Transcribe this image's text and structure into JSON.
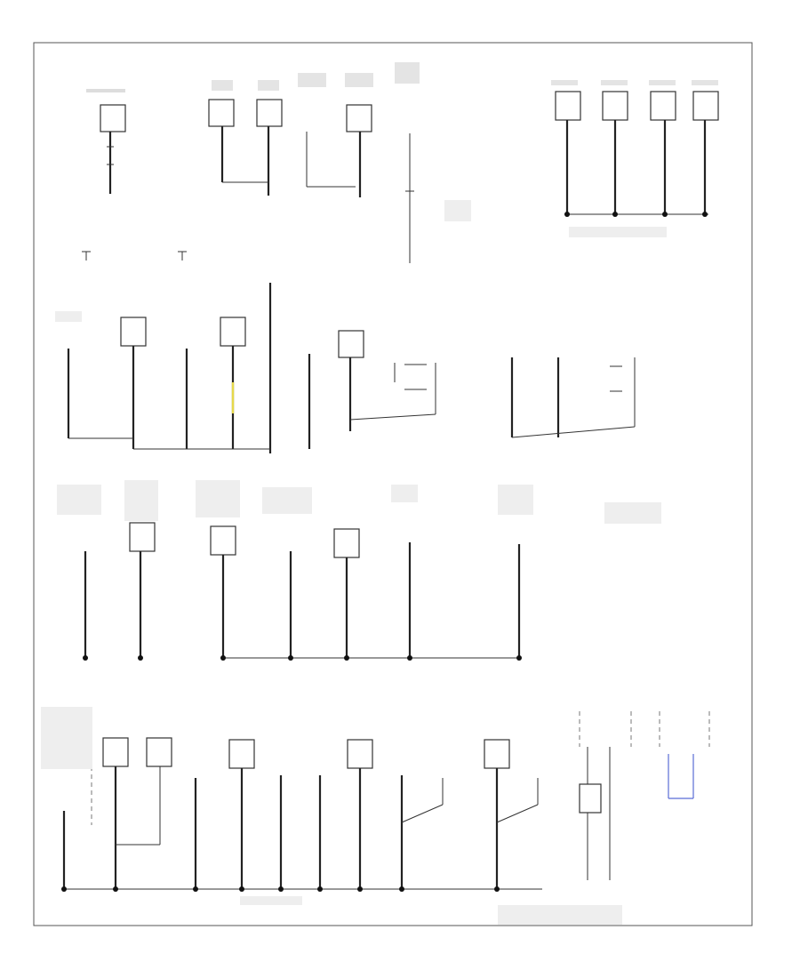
{
  "diagram": {
    "type": "ground-distribution-wiring-diagram",
    "page_ref": "",
    "row1": {
      "components": 7,
      "right_bank_components": 4
    },
    "row2": {
      "left_ground_components": 5,
      "right_ground_components": 4
    },
    "row3": {
      "components": 9
    },
    "row4": {
      "components": 12
    },
    "colors": {
      "wire": "#222222",
      "frame": "#555555",
      "highlight_wire": "#e6d84a",
      "shield_lines": "#5a6cd6"
    }
  }
}
